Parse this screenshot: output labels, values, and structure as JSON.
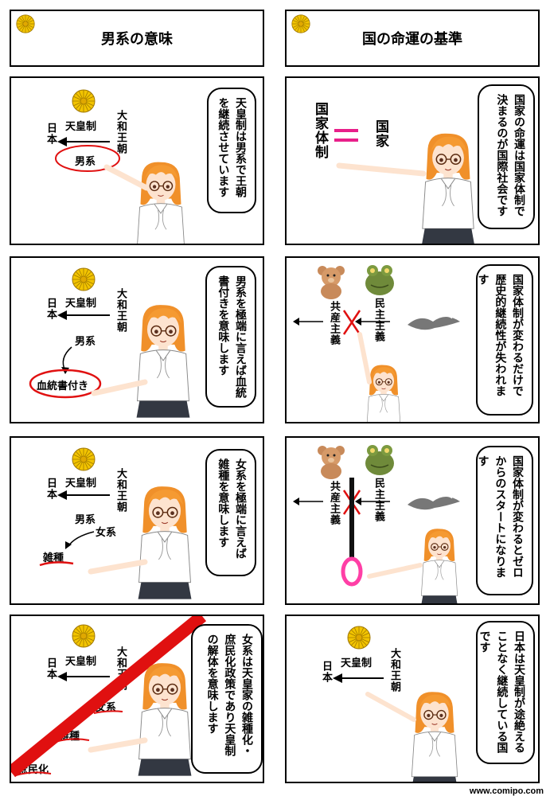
{
  "header": {
    "left_title": "男系の意味",
    "right_title": "国の命運の基準"
  },
  "panel_l1": {
    "bubble": "天皇制は男系で王朝を継続させています",
    "tenno": "天皇制",
    "yamato": "大和王朝",
    "nihon": "日本",
    "danke": "男系"
  },
  "panel_r1": {
    "bubble": "国家の命運は国家体制で決まるのが国際社会です",
    "kokka_taisei": "国家体制",
    "kokka": "国家"
  },
  "panel_l2": {
    "bubble": "男系を極端に言えば血統書付きを意味します",
    "tenno": "天皇制",
    "yamato": "大和王朝",
    "nihon": "日本",
    "danke": "男系",
    "kettosho": "血統書付き"
  },
  "panel_r2": {
    "bubble": "国家体制が変わるだけで歴史的継続性が失われます",
    "kyosan": "共産主義",
    "minshu": "民主主義"
  },
  "panel_l3": {
    "bubble": "女系を極端に言えば雑種を意味します",
    "tenno": "天皇制",
    "yamato": "大和王朝",
    "nihon": "日本",
    "danke": "男系",
    "joke": "女系",
    "zasshu": "雑種"
  },
  "panel_r3": {
    "bubble": "国家体制が変わるとゼロからのスタートになります",
    "kyosan": "共産主義",
    "minshu": "民主主義"
  },
  "panel_l4": {
    "bubble": "女系は天皇家の雑種化・庶民化政策であり天皇制の解体を意味します",
    "tenno": "天皇制",
    "yamato": "大和王朝",
    "nihon": "日本",
    "joke": "女系",
    "zasshu": "雑種",
    "shomin": "庶民化"
  },
  "panel_r4": {
    "bubble": "日本は天皇制が途絶えることなく継続している国です",
    "tenno": "天皇制",
    "yamato": "大和王朝",
    "nihon": "日本"
  },
  "footer": {
    "credit": "www.comipo.com"
  },
  "colors": {
    "seal": "#f2c400",
    "accent_red": "#e01010",
    "pink": "#ff3fa6",
    "hair": "#f0902a"
  }
}
